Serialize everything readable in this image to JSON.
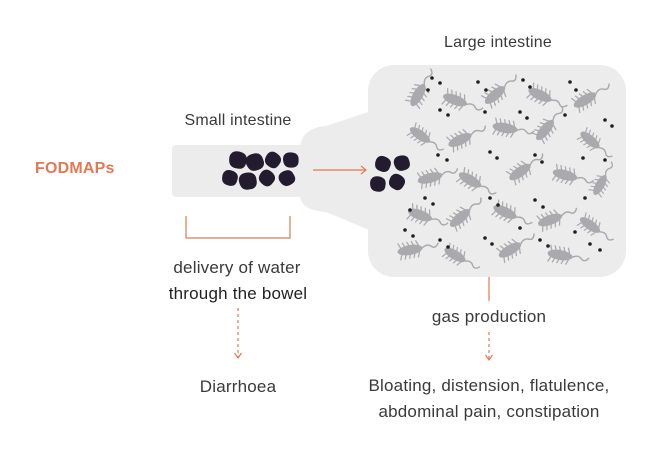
{
  "labels": {
    "fodmaps": "FODMAPs",
    "small_intestine": "Small intestine",
    "large_intestine": "Large intestine",
    "water_line1": "delivery of water",
    "water_line2": "through the bowel",
    "gas_production": "gas production",
    "diarrhoea": "Diarrhoea",
    "symptoms_line1": "Bloating, distension, flatulence,",
    "symptoms_line2": "abdominal pain, constipation"
  },
  "colors": {
    "accent": "#e07a52",
    "intestine_fill": "#ececec",
    "fodmap_particle": "#231c2e",
    "bacteria": "#a9a9ae",
    "dots": "#1f1f1f",
    "text": "#3a3a3a"
  },
  "icons": {
    "fodmap_particle": "fodmap-particle-icon",
    "bacterium": "bacterium-icon",
    "arrow": "arrow-icon"
  }
}
